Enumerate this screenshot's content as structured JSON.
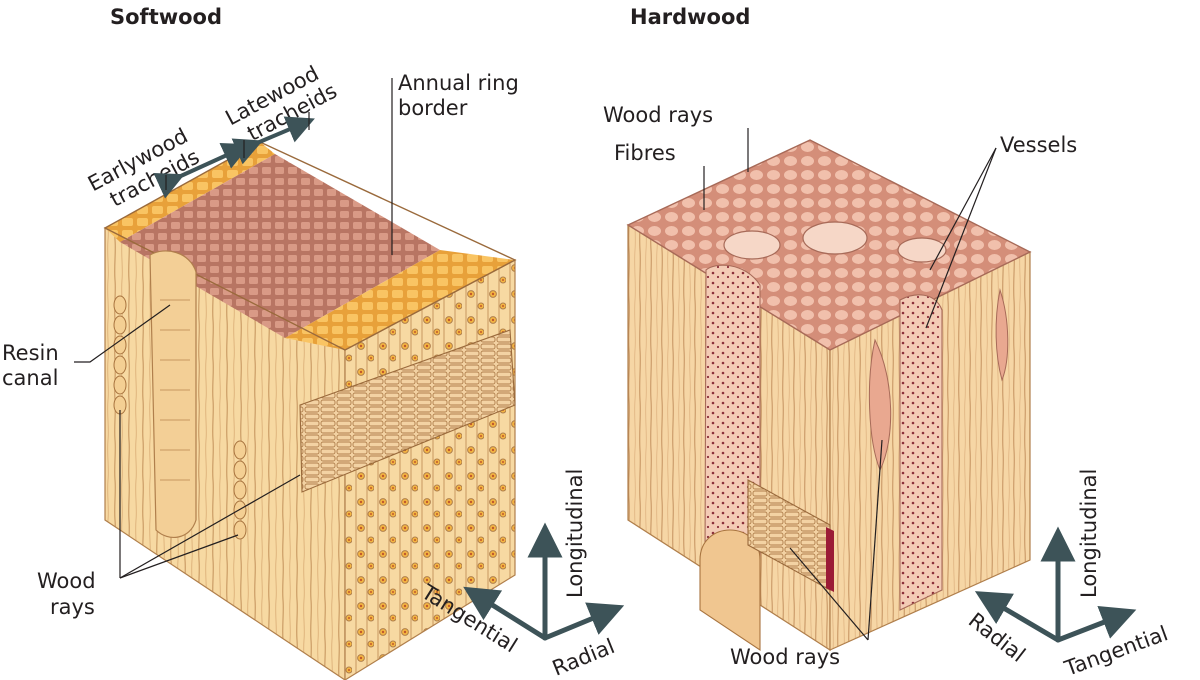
{
  "softwood": {
    "title": "Softwood",
    "labels": {
      "earlywood_line1": "Earlywood",
      "earlywood_line2": "tracheids",
      "latewood_line1": "Latewood",
      "latewood_line2": "tracheids",
      "annual_ring_line1": "Annual ring",
      "annual_ring_line2": "border",
      "resin_line1": "Resin",
      "resin_line2": "canal",
      "rays_line1": "Wood",
      "rays_line2": "rays"
    },
    "axes": {
      "longitudinal": "Longitudinal",
      "tangential": "Tangential",
      "radial": "Radial"
    }
  },
  "hardwood": {
    "title": "Hardwood",
    "labels": {
      "wood_rays_top": "Wood rays",
      "fibres": "Fibres",
      "vessels": "Vessels",
      "wood_rays_bottom": "Wood rays"
    },
    "axes": {
      "longitudinal": "Longitudinal",
      "radial": "Radial",
      "tangential": "Tangential"
    }
  },
  "colors": {
    "wood_light": "#f7d9a2",
    "wood_mid": "#eec07e",
    "wood_line": "#b07f4c",
    "earlywood_top": "#f5b642",
    "latewood_top": "#c8866f",
    "hardwood_top": "#e8a58e",
    "hardwood_cell": "#f3c6b0",
    "pit": "#8b2f3a",
    "ray_end": "#9b1b36",
    "arrow": "#3d5358",
    "text": "#231f20"
  }
}
